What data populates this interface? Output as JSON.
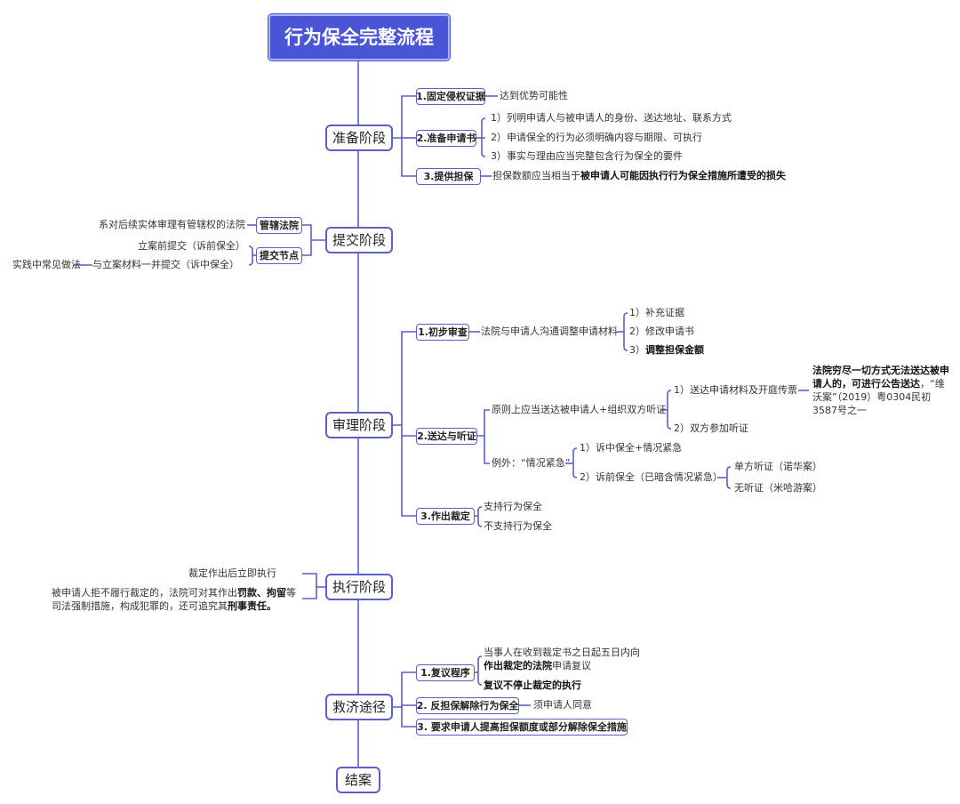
{
  "title": "行为保全完整流程",
  "colors": {
    "accent": "#4a55d6",
    "line": "#5b5fc7"
  },
  "stages": {
    "prep": "准备阶段",
    "submit": "提交阶段",
    "review": "审理阶段",
    "exec": "执行阶段",
    "relief": "救济途径",
    "end": "结案"
  },
  "prep": {
    "s1": "1.固定侵权证据",
    "s1_leaf": "达到优势可能性",
    "s2": "2.准备申请书",
    "s2_items": [
      "1）列明申请人与被申请人的身份、送达地址、联系方式",
      "2）申请保全的行为必须明确内容与期限、可执行",
      "3）事实与理由应当完整包含行为保全的要件"
    ],
    "s3": "3.提供担保",
    "s3_leaf_a": "担保数额应当相当于",
    "s3_leaf_b": "被申请人可能因执行行为保全措施所遭受的损失"
  },
  "submit": {
    "court": "管辖法院",
    "court_leaf": "系对后续实体审理有管辖权的法院",
    "node": "提交节点",
    "node_leaf1": "立案前提交（诉前保全）",
    "node_leaf2": "与立案材料一并提交（诉中保全）",
    "node_leaf2_parent": "实践中常见做法"
  },
  "review": {
    "s1": "1.初步审查",
    "s1_leaf": "法院与申请人沟通调整申请材料",
    "s1_items": [
      "1）补充证据",
      "2）修改申请书",
      "3）"
    ],
    "s1_item3_bold": "调整担保金额",
    "s2": "2.送达与听证",
    "s2_rule": "原则上应当送达被申请人+组织双方听证",
    "s2_rule_items": [
      "1）送达申请材料及开庭传票",
      "2）双方参加听证"
    ],
    "s2_note_bold1": "法院穷尽一切方式无法送达被申请人的，可进行公告送达",
    "s2_note_rest": "，“维沃案”（2019）粤0304民初3587号之一",
    "s2_exc": "例外：“情况紧急”",
    "s2_exc_items": [
      "1）诉中保全+情况紧急",
      "2）诉前保全（已暗含情况紧急）"
    ],
    "s2_exc_sub": [
      "单方听证（诺华案）",
      "无听证（米哈游案）"
    ],
    "s3": "3.作出裁定",
    "s3_items": [
      "支持行为保全",
      "不支持行为保全"
    ]
  },
  "exec": {
    "leaf1": "裁定作出后立即执行",
    "leaf2_a": "被申请人拒不履行裁定的，法院可对其作出",
    "leaf2_b": "罚款、拘留",
    "leaf2_c": "等司法强制措施，构成犯罪的，还可追究其",
    "leaf2_d": "刑事责任。"
  },
  "relief": {
    "s1": "1.复议程序",
    "s1_leaf1_a": "当事人在收到裁定书之日起五日内向",
    "s1_leaf1_b": "作出裁定的法院",
    "s1_leaf1_c": "申请复议",
    "s1_leaf2": "复议不停止裁定的执行",
    "s2": "2. 反担保解除行为保全",
    "s2_leaf": "须申请人同意",
    "s3": "3. 要求申请人提高担保额度或部分解除保全措施"
  }
}
